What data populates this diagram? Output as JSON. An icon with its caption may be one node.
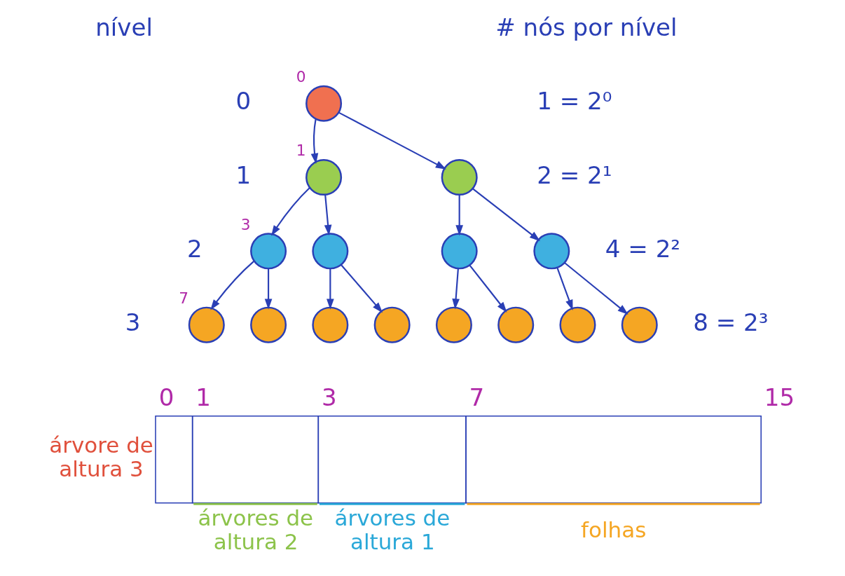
{
  "diagram": {
    "nodes": [
      {
        "text": [],
        "shape": "circle",
        "beside": [
          "0"
        ]
      },
      {
        "text": [],
        "shape": "circle",
        "beside": [
          "1"
        ]
      },
      {
        "text": [],
        "shape": "circle"
      },
      {
        "text": [],
        "shape": "circle",
        "beside": [
          "3"
        ]
      },
      {
        "text": [],
        "shape": "circle"
      },
      {
        "text": [],
        "shape": "circle"
      },
      {
        "text": [],
        "shape": "circle"
      },
      {
        "text": [],
        "shape": "circle",
        "beside": [
          "7"
        ]
      },
      {
        "text": [],
        "shape": "circle"
      },
      {
        "text": [],
        "shape": "circle"
      },
      {
        "text": [],
        "shape": "circle"
      },
      {
        "text": [],
        "shape": "circle"
      },
      {
        "text": [],
        "shape": "circle"
      },
      {
        "text": [],
        "shape": "circle"
      },
      {
        "text": [],
        "shape": "circle"
      }
    ],
    "edges": [
      {
        "from": 0,
        "to": 1,
        "arrow": "to"
      },
      {
        "from": 0,
        "to": 2,
        "arrow": "to"
      },
      {
        "from": 1,
        "to": 3,
        "arrow": "to"
      },
      {
        "from": 1,
        "to": 4,
        "arrow": "to"
      },
      {
        "from": 2,
        "to": 5,
        "arrow": "to"
      },
      {
        "from": 2,
        "to": 6,
        "arrow": "to"
      },
      {
        "from": 3,
        "to": 7,
        "arrow": "to"
      },
      {
        "from": 3,
        "to": 8,
        "arrow": "to"
      },
      {
        "from": 4,
        "to": 9,
        "arrow": "to"
      },
      {
        "from": 4,
        "to": 10,
        "arrow": "to"
      },
      {
        "from": 5,
        "to": 11,
        "arrow": "to"
      },
      {
        "from": 5,
        "to": 12,
        "arrow": "to"
      },
      {
        "from": 6,
        "to": 13,
        "arrow": "to"
      },
      {
        "from": 6,
        "to": 14,
        "arrow": "to"
      }
    ],
    "labels": [
      "nível",
      "# nós por nível",
      "0",
      "1 = 2⁰",
      "1",
      "2 = 2¹",
      "2",
      "4 = 2²",
      "3",
      "8 = 2³",
      "0",
      "1",
      "3",
      "7",
      "15",
      "árvore de altura 3",
      "árvores de altura 2",
      "árvores de altura 1",
      "folhas"
    ]
  }
}
